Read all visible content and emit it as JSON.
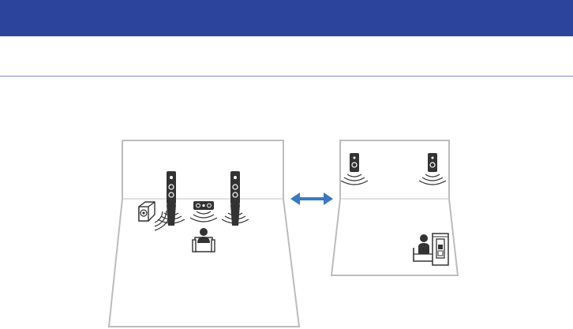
{
  "header": {
    "title": "",
    "background_color": "#2d449c"
  },
  "diagram": {
    "rooms": [
      {
        "id": "main-room",
        "devices": [
          "subwoofer",
          "front-left-speaker",
          "center-speaker",
          "front-right-speaker",
          "listener"
        ]
      },
      {
        "id": "zone-room",
        "devices": [
          "zone-left-speaker",
          "zone-right-speaker",
          "listener",
          "zone-amplifier"
        ]
      }
    ],
    "link": {
      "icon": "double-arrow-icon",
      "color": "#3a78c2"
    },
    "line_color": "#b9b9b9"
  }
}
